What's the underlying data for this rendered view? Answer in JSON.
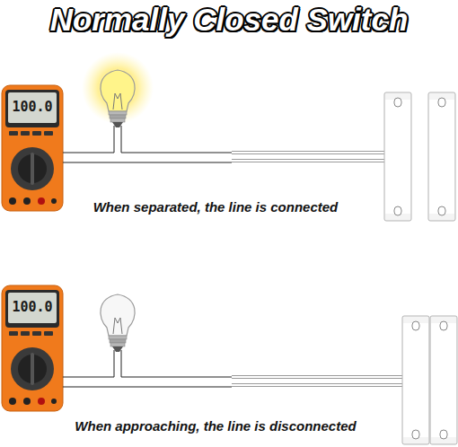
{
  "diagram": {
    "title": "Normally Closed Switch",
    "labels": [
      "100.0",
      "When separated, the line is connected",
      "100.0",
      "When approaching, the line is disconnected"
    ]
  }
}
